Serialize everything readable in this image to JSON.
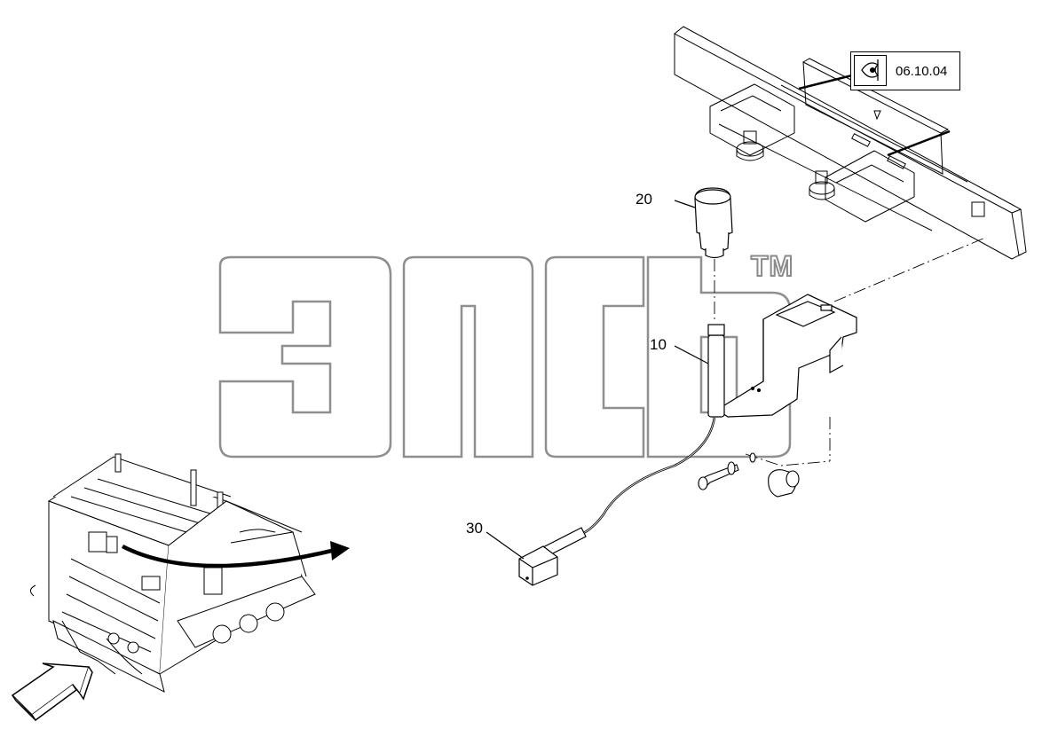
{
  "callouts": {
    "part_20": "20",
    "part_10": "10",
    "part_30": "30"
  },
  "reference": {
    "label": "06.10.04",
    "icon": "eye-icon"
  },
  "watermark": {
    "trademark": "TM"
  },
  "colors": {
    "line": "#000000",
    "watermark_outline": "#8a8a8a",
    "background": "#ffffff"
  }
}
